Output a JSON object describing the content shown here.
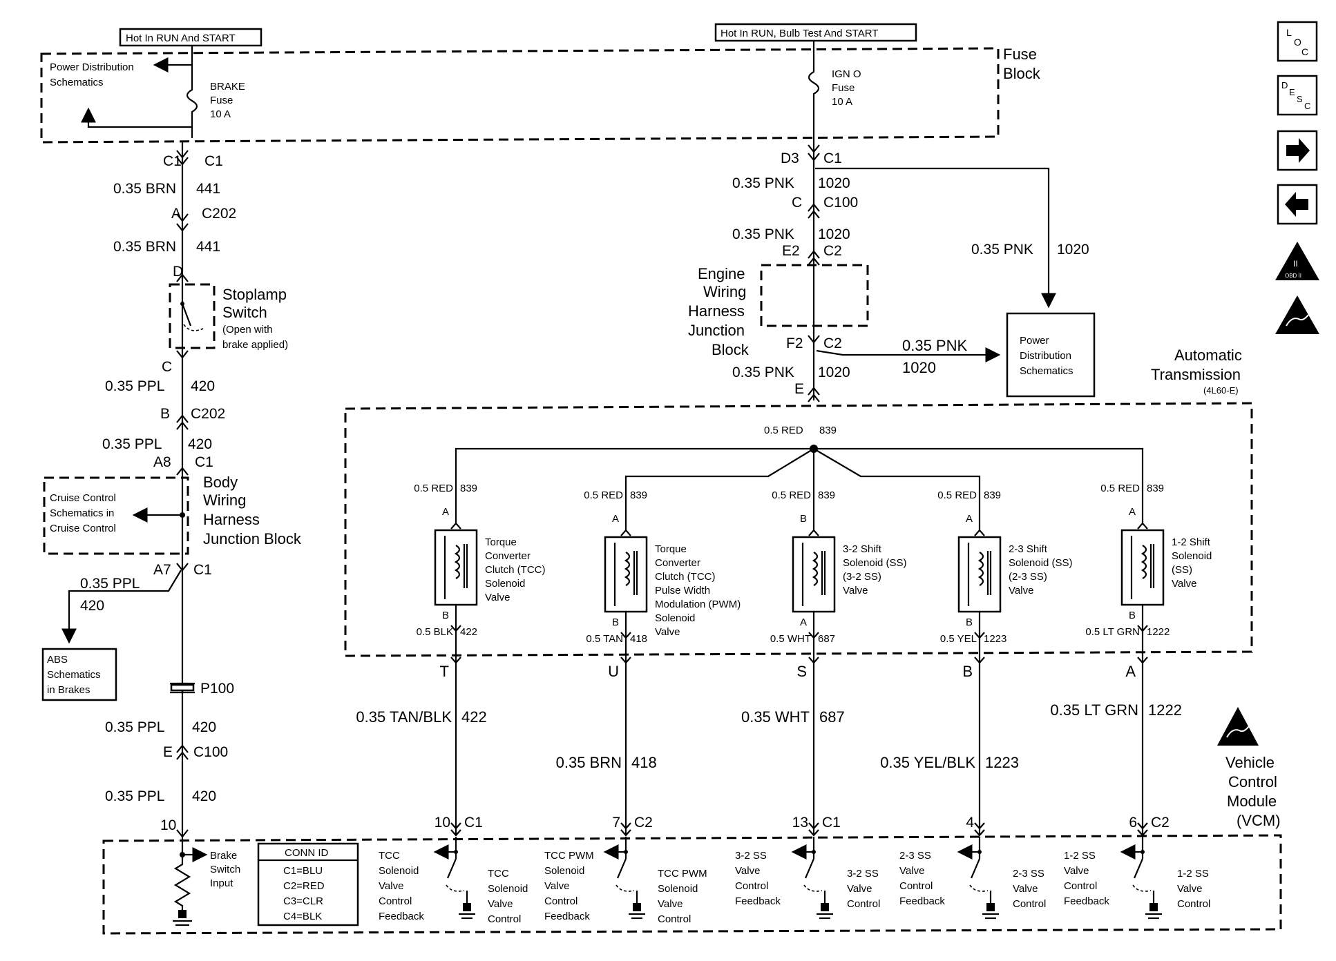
{
  "header": {
    "left_banner": "Hot In RUN And START",
    "right_banner": "Hot In RUN, Bulb Test And START"
  },
  "fuse_block": {
    "title_line1": "Fuse",
    "title_line2": "Block",
    "power_dist_line1": "Power Distribution",
    "power_dist_line2": "Schematics",
    "brake_fuse": [
      "BRAKE",
      "Fuse",
      "10 A"
    ],
    "ign_fuse": [
      "IGN O",
      "Fuse",
      "10 A"
    ]
  },
  "nav_icons": [
    "loc-icon",
    "desc-icon",
    "next-arrow-icon",
    "prev-arrow-icon",
    "obd-ii-icon",
    "esd-sensitive-icon"
  ],
  "icon_text": {
    "loc": [
      "L",
      "O",
      "C"
    ],
    "desc": [
      "D",
      "E",
      "S",
      "C"
    ],
    "obd": [
      "II",
      "OBD II"
    ]
  },
  "left_circuit": {
    "c1_left": "C1",
    "c1_right": "C1",
    "w1_gauge": "0.35 BRN",
    "w1_num": "441",
    "a_pin": "A",
    "c202a": "C202",
    "w2_gauge": "0.35 BRN",
    "w2_num": "441",
    "d_pin": "D",
    "stoplamp": [
      "Stoplamp",
      "Switch",
      "(Open with",
      "brake applied)"
    ],
    "c_pin": "C",
    "w3_gauge": "0.35 PPL",
    "w3_num": "420",
    "b_pin": "B",
    "c202b": "C202",
    "w4_gauge": "0.35 PPL",
    "w4_num": "420",
    "a8_pin": "A8",
    "c1b": "C1",
    "body_wiring": [
      "Body",
      "Wiring",
      "Harness",
      "Junction Block"
    ],
    "cruise": [
      "Cruise Control",
      "Schematics in",
      "Cruise Control"
    ],
    "a7_pin": "A7",
    "c1c": "C1",
    "w5_gauge": "0.35 PPL",
    "w5_num": "420",
    "abs": [
      "ABS",
      "Schematics",
      "in Brakes"
    ],
    "p100": "P100",
    "w6_gauge": "0.35 PPL",
    "w6_num": "420",
    "e_pin": "E",
    "c100": "C100",
    "w7_gauge": "0.35 PPL",
    "w7_num": "420",
    "pin10": "10"
  },
  "right_circuit": {
    "d3": "D3",
    "c1": "C1",
    "w1_gauge": "0.35 PNK",
    "w1_num": "1020",
    "c_pin": "C",
    "c100": "C100",
    "w2_gauge": "0.35 PNK",
    "w2_num": "1020",
    "e2": "E2",
    "c2": "C2",
    "branch_gauge": "0.35 PNK",
    "branch_num": "1020",
    "engine_block": [
      "Engine",
      "Wiring",
      "Harness",
      "Junction",
      "Block"
    ],
    "f2": "F2",
    "c2b": "C2",
    "pd_gauge": "0.35 PNK",
    "pd_num": "1020",
    "w3_gauge": "0.35 PNK",
    "w3_num": "1020",
    "e_pin": "E",
    "power_dist": [
      "Power",
      "Distribution",
      "Schematics"
    ],
    "trans": [
      "Automatic",
      "Transmission",
      "(4L60-E)"
    ],
    "splice_gauge": "0.5 RED",
    "splice_num": "839"
  },
  "solenoids": [
    {
      "top_wire": "0.5 RED",
      "top_num": "839",
      "top_pin": "A",
      "label": [
        "Torque",
        "Converter",
        "Clutch (TCC)",
        "Solenoid",
        "Valve"
      ],
      "bot_pin": "B",
      "bot_wire": "0.5 BLK",
      "bot_num": "422",
      "conn_pin": "T",
      "harness_gauge": "0.35 TAN/BLK",
      "harness_num": "422",
      "vcm_pin": "10",
      "vcm_conn": "C1"
    },
    {
      "top_wire": "0.5 RED",
      "top_num": "839",
      "top_pin": "A",
      "label": [
        "Torque",
        "Converter",
        "Clutch (TCC)",
        "Pulse Width",
        "Modulation (PWM)",
        "Solenoid",
        "Valve"
      ],
      "bot_pin": "B",
      "bot_wire": "0.5 TAN",
      "bot_num": "418",
      "conn_pin": "U",
      "harness_gauge": "0.35 BRN",
      "harness_num": "418",
      "vcm_pin": "7",
      "vcm_conn": "C2"
    },
    {
      "top_wire": "0.5 RED",
      "top_num": "839",
      "top_pin": "B",
      "label": [
        "3-2 Shift",
        "Solenoid (SS)",
        "(3-2 SS)",
        "Valve"
      ],
      "bot_pin": "A",
      "bot_wire": "0.5 WHT",
      "bot_num": "687",
      "conn_pin": "S",
      "harness_gauge": "0.35 WHT",
      "harness_num": "687",
      "vcm_pin": "13",
      "vcm_conn": "C1"
    },
    {
      "top_wire": "0.5 RED",
      "top_num": "839",
      "top_pin": "A",
      "label": [
        "2-3 Shift",
        "Solenoid (SS)",
        "(2-3 SS)",
        "Valve"
      ],
      "bot_pin": "B",
      "bot_wire": "0.5 YEL",
      "bot_num": "1223",
      "conn_pin": "B",
      "harness_gauge": "0.35 YEL/BLK",
      "harness_num": "1223",
      "vcm_pin": "4",
      "vcm_conn": ""
    },
    {
      "top_wire": "0.5 RED",
      "top_num": "839",
      "top_pin": "A",
      "label": [
        "1-2 Shift",
        "Solenoid",
        "(SS)",
        "Valve"
      ],
      "bot_pin": "B",
      "bot_wire": "0.5 LT GRN",
      "bot_num": "1222",
      "conn_pin": "A",
      "harness_gauge": "0.35 LT GRN",
      "harness_num": "1222",
      "vcm_pin": "6",
      "vcm_conn": "C2"
    }
  ],
  "vcm": {
    "title": [
      "Vehicle",
      "Control",
      "Module",
      "(VCM)"
    ],
    "brake_input": [
      "Brake",
      "Switch",
      "Input"
    ],
    "conn_id_title": "CONN ID",
    "conn_ids": [
      "C1=BLU",
      "C2=RED",
      "C3=CLR",
      "C4=BLK"
    ],
    "feedback_labels": [
      [
        "TCC",
        "Solenoid",
        "Valve",
        "Control",
        "Feedback"
      ],
      [
        "TCC PWM",
        "Solenoid",
        "Valve",
        "Control",
        "Feedback"
      ],
      [
        "3-2 SS",
        "Valve",
        "Control",
        "Feedback"
      ],
      [
        "2-3 SS",
        "Valve",
        "Control",
        "Feedback"
      ],
      [
        "1-2 SS",
        "Valve",
        "Control",
        "Feedback"
      ]
    ],
    "control_labels": [
      [
        "TCC",
        "Solenoid",
        "Valve",
        "Control"
      ],
      [
        "TCC PWM",
        "Solenoid",
        "Valve",
        "Control"
      ],
      [
        "3-2 SS",
        "Valve",
        "Control"
      ],
      [
        "2-3 SS",
        "Valve",
        "Control"
      ],
      [
        "1-2 SS",
        "Valve",
        "Control"
      ]
    ]
  }
}
